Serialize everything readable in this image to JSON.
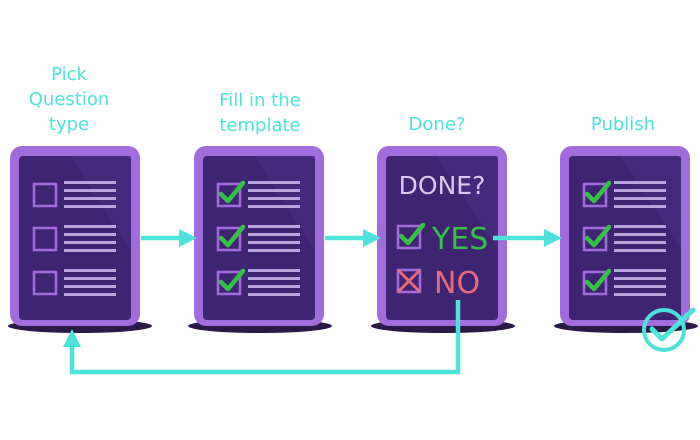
{
  "steps": [
    {
      "label_lines": [
        "Pick",
        "Question",
        "type"
      ]
    },
    {
      "label_lines": [
        "Fill in the",
        "template"
      ]
    },
    {
      "label_lines": [
        "Done?"
      ]
    },
    {
      "label_lines": [
        "Publish"
      ]
    }
  ],
  "done_card": {
    "heading": "DONE?",
    "yes_label": "YES",
    "no_label": "NO"
  },
  "colors": {
    "accent": "#4de3da",
    "card_frame": "#a36cdc",
    "card_screen": "#3f2472",
    "check_green": "#34c245",
    "no_red": "#e86a78",
    "done_heading": "#d9c8f2"
  },
  "icons": {
    "unchecked": "empty-checkbox-icon",
    "checked": "green-checkmark-icon",
    "crossed": "red-x-icon",
    "published": "check-circle-icon"
  }
}
